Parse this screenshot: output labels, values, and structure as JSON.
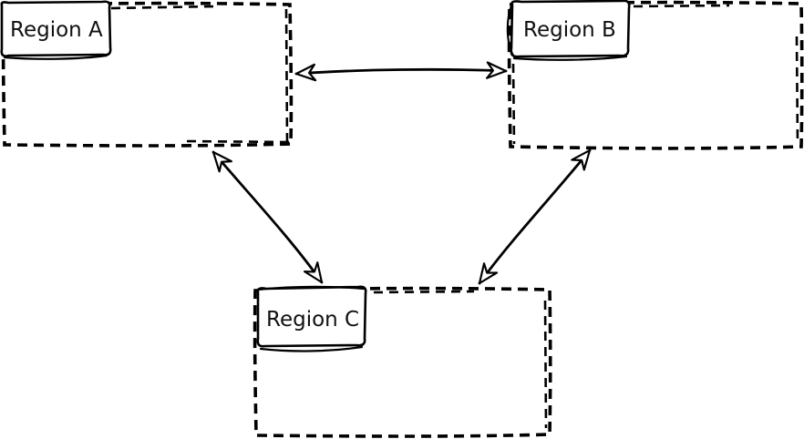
{
  "diagram": {
    "background_color": "#ffffff",
    "stroke_color": "#000000",
    "text_color": "#111111",
    "style": "hand-drawn sketch, dashed region boundaries, hollow double arrowheads",
    "regions": [
      {
        "id": "region-a",
        "label": "Region A",
        "position": "top-left"
      },
      {
        "id": "region-b",
        "label": "Region B",
        "position": "top-right"
      },
      {
        "id": "region-c",
        "label": "Region C",
        "position": "bottom-center"
      }
    ],
    "connections": [
      {
        "from": "Region A",
        "to": "Region B",
        "type": "double-headed-arrow"
      },
      {
        "from": "Region A",
        "to": "Region C",
        "type": "double-headed-arrow"
      },
      {
        "from": "Region B",
        "to": "Region C",
        "type": "double-headed-arrow"
      }
    ]
  }
}
